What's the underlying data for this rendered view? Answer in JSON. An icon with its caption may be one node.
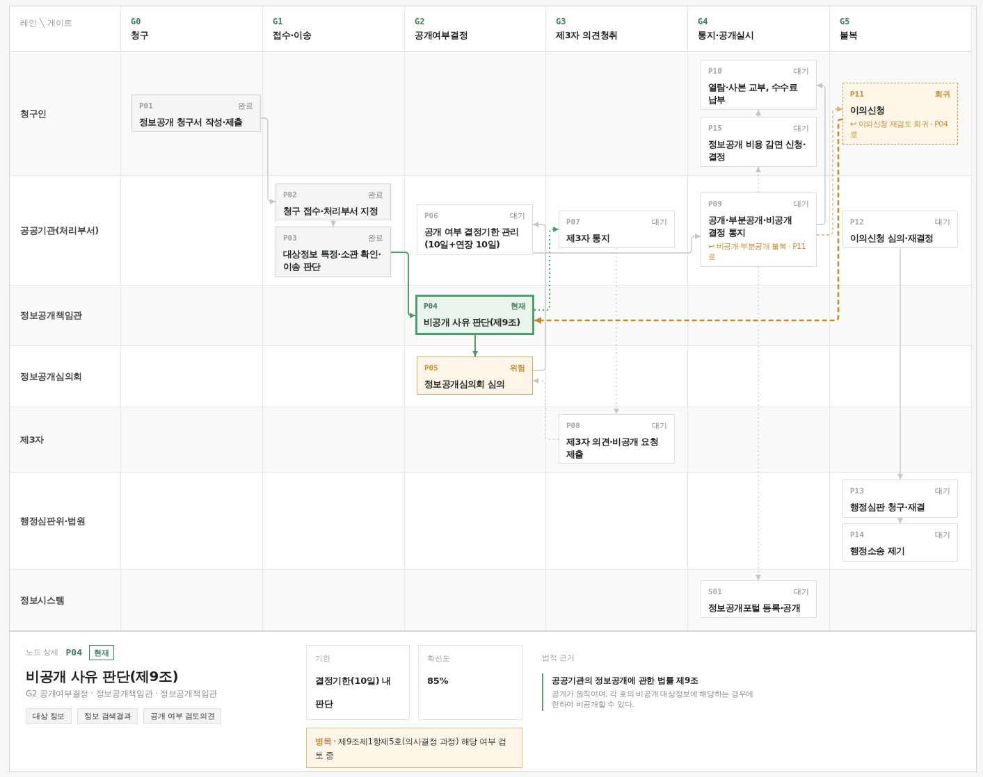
{
  "diagram": {
    "nodes": [
      {
        "text": [
          "P01",
          "완료",
          "정보공개 청구서 작성·제출"
        ]
      },
      {
        "text": [
          "P10",
          "대기",
          "열람·사본 교부, 수수료 납부"
        ]
      },
      {
        "text": [
          "P15",
          "대기",
          "정보공개 비용 감면 신청·결정"
        ]
      },
      {
        "text": [
          "P11",
          "회귀",
          "이의신청",
          "↩ 이의신청 재검토 회귀 · P04 로"
        ]
      },
      {
        "text": [
          "P02",
          "완료",
          "청구 접수·처리부서 지정"
        ]
      },
      {
        "text": [
          "P03",
          "완료",
          "대상정보 특정·소관 확인·이송 판단"
        ]
      },
      {
        "text": [
          "P06",
          "대기",
          "공개 여부 결정기한 관리 (10일+연장 10일)"
        ]
      },
      {
        "text": [
          "P07",
          "대기",
          "제3자 통지"
        ]
      },
      {
        "text": [
          "P09",
          "대기",
          "공개·부분공개·비공개 결정 통지",
          "↩ 비공개·부분공개 불복 · P11 로"
        ]
      },
      {
        "text": [
          "P12",
          "대기",
          "이의신청 심의·재결정"
        ]
      },
      {
        "text": [
          "P04",
          "현재",
          "비공개 사유 판단(제9조)"
        ]
      },
      {
        "text": [
          "P05",
          "위험",
          "정보공개심의회 심의"
        ]
      },
      {
        "text": [
          "P08",
          "대기",
          "제3자 의견·비공개 요청 제출"
        ]
      },
      {
        "text": [
          "P13",
          "대기",
          "행정심판 청구·재결"
        ]
      },
      {
        "text": [
          "P14",
          "대기",
          "행정소송 제기"
        ]
      },
      {
        "text": [
          "S01",
          "대기",
          "정보공개포털 등록·공개"
        ]
      },
      {
        "text": [
          "현재"
        ]
      },
      {
        "text": [
          "대상 정보"
        ]
      },
      {
        "text": [
          "정보 검색결과"
        ]
      },
      {
        "text": [
          "공개 여부 검토의견"
        ]
      },
      {
        "text": [
          "기한",
          "결정기한(10일) 내 판단"
        ]
      },
      {
        "text": [
          "확신도",
          "85%"
        ]
      },
      {
        "text": [
          "**병목** · 제9조제1항제5호(의사결정 과정) 해당 여부 검토 중"
        ]
      }
    ],
    "edges": [
      {
        "from": 0,
        "to": 4,
        "arrow": "to"
      },
      {
        "from": 4,
        "to": 5,
        "arrow": "to"
      },
      {
        "from": 5,
        "to": 10,
        "arrow": "to",
        "color": "#4d9a6d"
      },
      {
        "from": 10,
        "to": 11,
        "arrow": "to",
        "color": "#4d9a6d"
      },
      {
        "from": 10,
        "to": 7,
        "arrow": "to",
        "style": "dashed",
        "color": "#4d9a6d"
      },
      {
        "from": 11,
        "to": 6,
        "arrow": "to"
      },
      {
        "from": 6,
        "to": 8,
        "arrow": "to"
      },
      {
        "from": 7,
        "to": 12,
        "arrow": "to",
        "style": "dashed"
      },
      {
        "from": 12,
        "to": 11,
        "arrow": "to",
        "style": "dashed"
      },
      {
        "from": 8,
        "to": 2,
        "arrow": "to",
        "style": "dashed"
      },
      {
        "from": 2,
        "to": 1,
        "arrow": "to"
      },
      {
        "from": 8,
        "to": 1,
        "arrow": "to"
      },
      {
        "from": 8,
        "to": 3,
        "arrow": "to",
        "style": "dashed",
        "color": "#d3b073"
      },
      {
        "from": 3,
        "to": 10,
        "arrow": "to",
        "style": "dashed",
        "color": "#c4892c"
      },
      {
        "from": 8,
        "to": 15,
        "arrow": "to",
        "style": "dashed"
      },
      {
        "from": 9,
        "to": 13,
        "arrow": "to"
      },
      {
        "from": 13,
        "to": 14,
        "arrow": "to"
      }
    ],
    "labels": [
      "레인 ╲ 게이트",
      "G0",
      "청구",
      "G1",
      "접수·이송",
      "G2",
      "공개여부결정",
      "G3",
      "제3자 의견청취",
      "G4",
      "통지·공개실시",
      "G5",
      "불복",
      "청구인",
      "공공기관(처리부서)",
      "정보공개책임관",
      "정보공개심의회",
      "제3자",
      "행정심판위·법원",
      "정보시스템",
      "노드 상세",
      "P04",
      "비공개 사유 판단(제9조)",
      "G2 공개여부결정 · 정보공개책임관 · 정보공개책임관",
      "법적 근거",
      "공공기관의 정보공개에 관한 법률 제9조",
      "공개가 원칙이며, 각 호의 비공개 대상정보에 해당하는 경우에 한하여 비공개할 수 있다."
    ]
  }
}
